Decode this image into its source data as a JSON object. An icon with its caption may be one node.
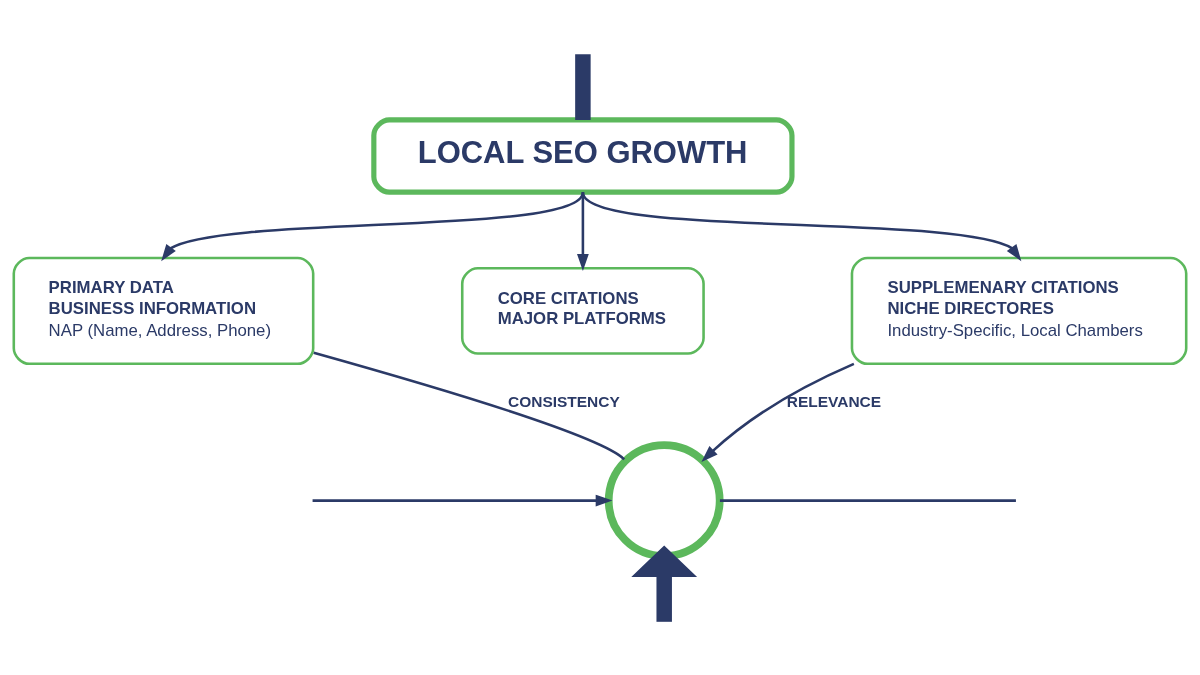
{
  "diagram": {
    "nodes": [
      {
        "text": [
          "LOCAL SEO GROWTH"
        ]
      },
      {
        "text": [
          "PRIMARY DATA",
          "BUSINESS INFORMATION",
          "NAP (Name, Address, Phone)"
        ]
      },
      {
        "text": [
          "CORE CITATIONS",
          "MAJOR PLATFORMS"
        ]
      },
      {
        "text": [
          "SUPPLEMENARY CITATIONS",
          "NICHE DIRECTORES",
          "Industry-Specific, Local Chambers"
        ]
      },
      {
        "text": [],
        "shape": "circle"
      }
    ],
    "edges": [
      {
        "from": 0,
        "to": 1,
        "arrow": "to"
      },
      {
        "from": 0,
        "to": 2,
        "arrow": "to"
      },
      {
        "from": 0,
        "to": 3,
        "arrow": "to"
      },
      {
        "from": 1,
        "to": 4,
        "arrow": "none",
        "label": "CONSISTENCY"
      },
      {
        "from": 3,
        "to": 4,
        "arrow": "to",
        "label": "RELEVANCE"
      },
      {
        "from": 4,
        "to": null,
        "arrow": "none"
      },
      {
        "from": null,
        "to": 4,
        "arrow": "to"
      },
      {
        "from": null,
        "to": 4,
        "arrow": "to",
        "style": "thick"
      },
      {
        "from": 0,
        "to": null,
        "arrow": "none",
        "style": "thick"
      }
    ]
  }
}
